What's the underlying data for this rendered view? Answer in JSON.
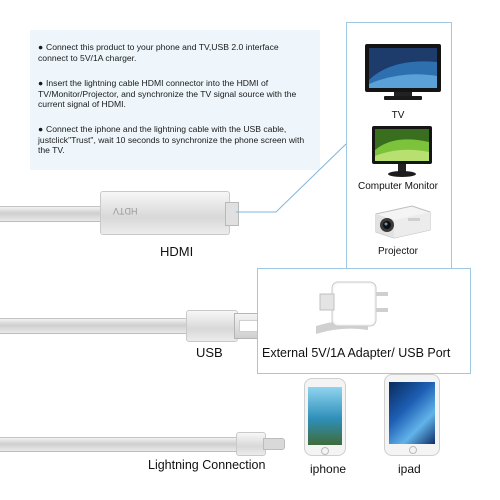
{
  "instructions": {
    "bullet_glyph": "●",
    "items": [
      "Connect this product to your phone and TV,USB 2.0 interface connect to 5V/1A charger.",
      "Insert the lightning cable HDMI connector into the HDMI of TV/Monitor/Projector, and synchronize the TV signal source with the current signal of HDMI.",
      "Connect the iphone and the lightning cable with the USB cable, justclick\"Trust\", wait 10 seconds to synchronize the phone screen with the TV."
    ]
  },
  "devices": [
    {
      "label": "TV",
      "icon": "tv-icon"
    },
    {
      "label": "Computer Monitor",
      "icon": "monitor-icon"
    },
    {
      "label": "Projector",
      "icon": "projector-icon"
    }
  ],
  "connectors": {
    "hdmi_label": "HDMI",
    "hdmi_text": "HDTV",
    "usb_label": "USB",
    "lightning_label": "Lightning Connection"
  },
  "adapter": {
    "label": "External 5V/1A Adapter/ USB Port"
  },
  "phones": [
    {
      "label": "iphone",
      "icon": "iphone-icon"
    },
    {
      "label": "ipad",
      "icon": "ipad-icon"
    }
  ],
  "colors": {
    "instruction_bg": "#eef6fb",
    "frame_border": "#9fc8e4",
    "cable_silver": "#d6d6d6"
  }
}
